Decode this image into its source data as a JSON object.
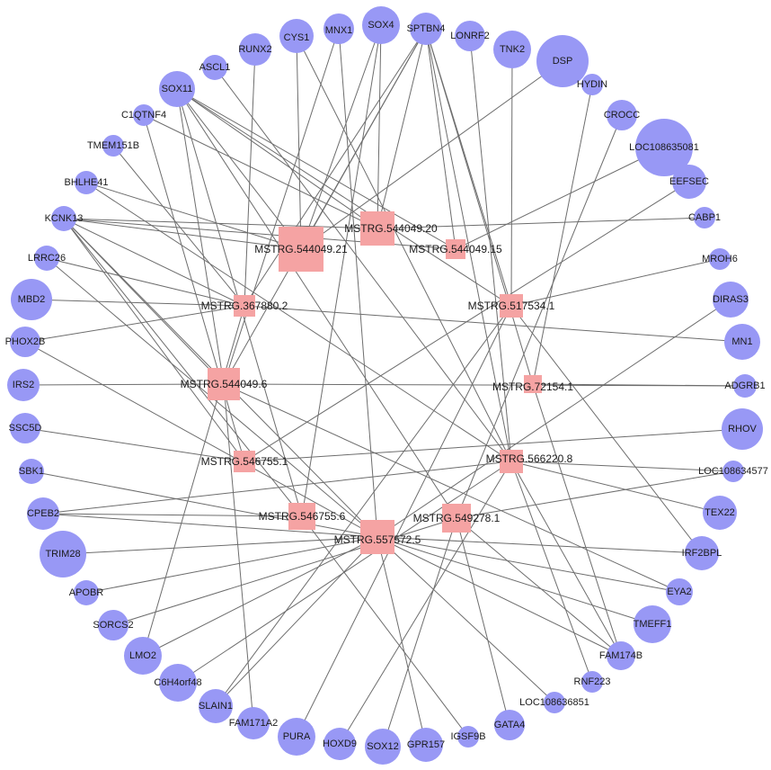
{
  "colors": {
    "gene": "#9898f5",
    "hub": "#f5a3a3",
    "edge": "#6d6d6d"
  },
  "nodes": {
    "CYS1": {
      "label": "CYS1",
      "shape": "circle"
    },
    "MNX1": {
      "label": "MNX1",
      "shape": "circle"
    },
    "SOX4": {
      "label": "SOX4",
      "shape": "circle"
    },
    "SPTBN4": {
      "label": "SPTBN4",
      "shape": "circle"
    },
    "LONRF2": {
      "label": "LONRF2",
      "shape": "circle"
    },
    "RUNX2": {
      "label": "RUNX2",
      "shape": "circle"
    },
    "TNK2": {
      "label": "TNK2",
      "shape": "circle"
    },
    "DSP": {
      "label": "DSP",
      "shape": "circle"
    },
    "ASCL1": {
      "label": "ASCL1",
      "shape": "circle"
    },
    "HYDIN": {
      "label": "HYDIN",
      "shape": "circle"
    },
    "SOX11": {
      "label": "SOX11",
      "shape": "circle"
    },
    "C1QTNF4": {
      "label": "C1QTNF4",
      "shape": "circle"
    },
    "CROCC": {
      "label": "CROCC",
      "shape": "circle"
    },
    "TMEM151B": {
      "label": "TMEM151B",
      "shape": "circle"
    },
    "LOC108635081": {
      "label": "LOC108635081",
      "shape": "circle"
    },
    "BHLHE41": {
      "label": "BHLHE41",
      "shape": "circle"
    },
    "EEFSEC": {
      "label": "EEFSEC",
      "shape": "circle"
    },
    "KCNK13": {
      "label": "KCNK13",
      "shape": "circle"
    },
    "CABP1": {
      "label": "CABP1",
      "shape": "circle"
    },
    "LRRC26": {
      "label": "LRRC26",
      "shape": "circle"
    },
    "MROH6": {
      "label": "MROH6",
      "shape": "circle"
    },
    "MBD2": {
      "label": "MBD2",
      "shape": "circle"
    },
    "DIRAS3": {
      "label": "DIRAS3",
      "shape": "circle"
    },
    "PHOX2B": {
      "label": "PHOX2B",
      "shape": "circle"
    },
    "MN1": {
      "label": "MN1",
      "shape": "circle"
    },
    "IRS2": {
      "label": "IRS2",
      "shape": "circle"
    },
    "ADGRB1": {
      "label": "ADGRB1",
      "shape": "circle"
    },
    "SSC5D": {
      "label": "SSC5D",
      "shape": "circle"
    },
    "RHOV": {
      "label": "RHOV",
      "shape": "circle"
    },
    "SBK1": {
      "label": "SBK1",
      "shape": "circle"
    },
    "LOC108634577": {
      "label": "LOC108634577",
      "shape": "circle"
    },
    "CPEB2": {
      "label": "CPEB2",
      "shape": "circle"
    },
    "TEX22": {
      "label": "TEX22",
      "shape": "circle"
    },
    "TRIM28": {
      "label": "TRIM28",
      "shape": "circle"
    },
    "IRF2BPL": {
      "label": "IRF2BPL",
      "shape": "circle"
    },
    "APOBR": {
      "label": "APOBR",
      "shape": "circle"
    },
    "EYA2": {
      "label": "EYA2",
      "shape": "circle"
    },
    "SORCS2": {
      "label": "SORCS2",
      "shape": "circle"
    },
    "TMEFF1": {
      "label": "TMEFF1",
      "shape": "circle"
    },
    "LMO2": {
      "label": "LMO2",
      "shape": "circle"
    },
    "FAM174B": {
      "label": "FAM174B",
      "shape": "circle"
    },
    "C6H4orf48": {
      "label": "C6H4orf48",
      "shape": "circle"
    },
    "RNF223": {
      "label": "RNF223",
      "shape": "circle"
    },
    "SLAIN1": {
      "label": "SLAIN1",
      "shape": "circle"
    },
    "LOC108636851": {
      "label": "LOC108636851",
      "shape": "circle"
    },
    "FAM171A2": {
      "label": "FAM171A2",
      "shape": "circle"
    },
    "GATA4": {
      "label": "GATA4",
      "shape": "circle"
    },
    "PURA": {
      "label": "PURA",
      "shape": "circle"
    },
    "IGSF9B": {
      "label": "IGSF9B",
      "shape": "circle"
    },
    "HOXD9": {
      "label": "HOXD9",
      "shape": "circle"
    },
    "GPR157": {
      "label": "GPR157",
      "shape": "circle"
    },
    "SOX12": {
      "label": "SOX12",
      "shape": "circle"
    },
    "M_544049_20": {
      "label": "MSTRG.544049.20",
      "shape": "square"
    },
    "M_544049_21": {
      "label": "MSTRG.544049.21",
      "shape": "square"
    },
    "M_544049_15": {
      "label": "MSTRG.544049.15",
      "shape": "square"
    },
    "M_367880_2": {
      "label": "MSTRG.367880.2",
      "shape": "square"
    },
    "M_517534_1": {
      "label": "MSTRG.517534.1",
      "shape": "square"
    },
    "M_544049_6": {
      "label": "MSTRG.544049.6",
      "shape": "square"
    },
    "M_72154_1": {
      "label": "MSTRG.72154.1",
      "shape": "square"
    },
    "M_546755_1": {
      "label": "MSTRG.546755.1",
      "shape": "square"
    },
    "M_566220_8": {
      "label": "MSTRG.566220.8",
      "shape": "square"
    },
    "M_546755_6": {
      "label": "MSTRG.546755.6",
      "shape": "square"
    },
    "M_549278_1": {
      "label": "MSTRG.549278.1",
      "shape": "square"
    },
    "M_557572_5": {
      "label": "MSTRG.557572.5",
      "shape": "square"
    }
  },
  "edges": [
    [
      "M_544049_21",
      "SOX11"
    ],
    [
      "M_544049_21",
      "KCNK13"
    ],
    [
      "M_544049_21",
      "SPTBN4"
    ],
    [
      "M_544049_21",
      "CYS1"
    ],
    [
      "M_544049_21",
      "DSP"
    ],
    [
      "M_544049_21",
      "BHLHE41"
    ],
    [
      "M_544049_21",
      "SOX4"
    ],
    [
      "M_544049_20",
      "KCNK13"
    ],
    [
      "M_544049_20",
      "SPTBN4"
    ],
    [
      "M_544049_20",
      "CABP1"
    ],
    [
      "M_544049_20",
      "SOX11"
    ],
    [
      "M_544049_20",
      "C1QTNF4"
    ],
    [
      "M_544049_20",
      "SOX4"
    ],
    [
      "M_544049_15",
      "SPTBN4"
    ],
    [
      "M_544049_15",
      "SOX11"
    ],
    [
      "M_544049_15",
      "LOC108635081"
    ],
    [
      "M_544049_15",
      "KCNK13"
    ],
    [
      "M_367880_2",
      "MBD2"
    ],
    [
      "M_367880_2",
      "PHOX2B"
    ],
    [
      "M_367880_2",
      "RUNX2"
    ],
    [
      "M_367880_2",
      "TMEM151B"
    ],
    [
      "M_367880_2",
      "SPTBN4"
    ],
    [
      "M_367880_2",
      "KCNK13"
    ],
    [
      "M_367880_2",
      "MN1"
    ],
    [
      "M_367880_2",
      "LMO2"
    ],
    [
      "M_367880_2",
      "LRRC26"
    ],
    [
      "M_517534_1",
      "TNK2"
    ],
    [
      "M_517534_1",
      "MROH6"
    ],
    [
      "M_517534_1",
      "SPTBN4"
    ],
    [
      "M_517534_1",
      "SOX11"
    ],
    [
      "M_517534_1",
      "IRF2BPL"
    ],
    [
      "M_517534_1",
      "PURA"
    ],
    [
      "M_517534_1",
      "SLAIN1"
    ],
    [
      "M_544049_6",
      "IRS2"
    ],
    [
      "M_544049_6",
      "SOX11"
    ],
    [
      "M_544049_6",
      "MNX1"
    ],
    [
      "M_544049_6",
      "SPTBN4"
    ],
    [
      "M_544049_6",
      "EYA2"
    ],
    [
      "M_544049_6",
      "ADGRB1"
    ],
    [
      "M_544049_6",
      "KCNK13"
    ],
    [
      "M_544049_6",
      "FAM171A2"
    ],
    [
      "M_72154_1",
      "SPTBN4"
    ],
    [
      "M_72154_1",
      "FAM174B"
    ],
    [
      "M_72154_1",
      "ADGRB1"
    ],
    [
      "M_72154_1",
      "HYDIN"
    ],
    [
      "M_546755_1",
      "SSC5D"
    ],
    [
      "M_546755_1",
      "KCNK13"
    ],
    [
      "M_546755_1",
      "C1QTNF4"
    ],
    [
      "M_546755_1",
      "RHOV"
    ],
    [
      "M_546755_1",
      "EEFSEC"
    ],
    [
      "M_566220_8",
      "ASCL1"
    ],
    [
      "M_566220_8",
      "CYS1"
    ],
    [
      "M_566220_8",
      "SPTBN4"
    ],
    [
      "M_566220_8",
      "LONRF2"
    ],
    [
      "M_566220_8",
      "BHLHE41"
    ],
    [
      "M_566220_8",
      "LOC108634577"
    ],
    [
      "M_566220_8",
      "FAM174B"
    ],
    [
      "M_566220_8",
      "TEX22"
    ],
    [
      "M_566220_8",
      "CPEB2"
    ],
    [
      "M_566220_8",
      "RNF223"
    ],
    [
      "M_566220_8",
      "HOXD9"
    ],
    [
      "M_566220_8",
      "C6H4orf48"
    ],
    [
      "M_546755_6",
      "KCNK13"
    ],
    [
      "M_546755_6",
      "CPEB2"
    ],
    [
      "M_546755_6",
      "SOX11"
    ],
    [
      "M_546755_6",
      "SOX4"
    ],
    [
      "M_546755_6",
      "IGSF9B"
    ],
    [
      "M_549278_1",
      "SOX11"
    ],
    [
      "M_549278_1",
      "LOC108634577"
    ],
    [
      "M_549278_1",
      "FAM174B"
    ],
    [
      "M_549278_1",
      "SORCS2"
    ],
    [
      "M_549278_1",
      "GATA4"
    ],
    [
      "M_549278_1",
      "SOX12"
    ],
    [
      "M_549278_1",
      "CROCC"
    ],
    [
      "M_557572_5",
      "PHOX2B"
    ],
    [
      "M_557572_5",
      "TRIM28"
    ],
    [
      "M_557572_5",
      "APOBR"
    ],
    [
      "M_557572_5",
      "CPEB2"
    ],
    [
      "M_557572_5",
      "LMO2"
    ],
    [
      "M_557572_5",
      "SLAIN1"
    ],
    [
      "M_557572_5",
      "GPR157"
    ],
    [
      "M_557572_5",
      "LOC108636851"
    ],
    [
      "M_557572_5",
      "FAM174B"
    ],
    [
      "M_557572_5",
      "TMEFF1"
    ],
    [
      "M_557572_5",
      "IRF2BPL"
    ],
    [
      "M_557572_5",
      "LRRC26"
    ],
    [
      "M_557572_5",
      "KCNK13"
    ],
    [
      "M_557572_5",
      "MNX1"
    ],
    [
      "M_557572_5",
      "DIRAS3"
    ],
    [
      "M_557572_5",
      "SBK1"
    ],
    [
      "M_557572_5",
      "EYA2"
    ]
  ]
}
